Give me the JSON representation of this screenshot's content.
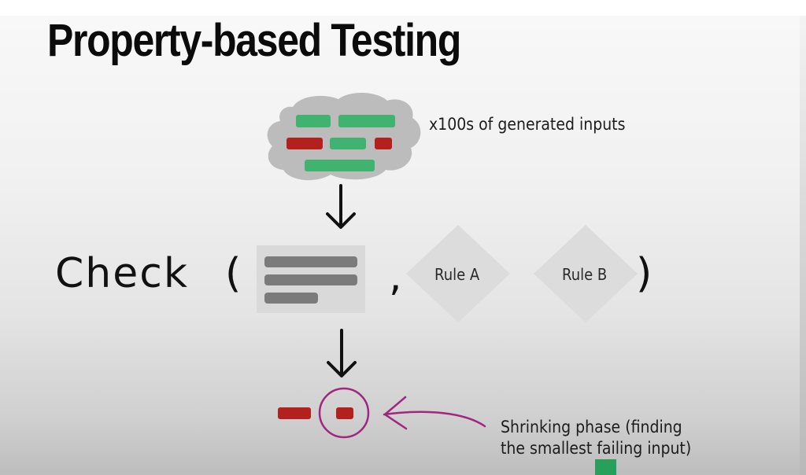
{
  "slide": {
    "title": "Property-based Testing",
    "generated_inputs_label": "x100s of generated inputs",
    "check_label": "Check",
    "open_paren": "(",
    "comma": ",",
    "close_paren": ")",
    "rules": [
      {
        "label": "Rule A"
      },
      {
        "label": "Rule B"
      }
    ],
    "shrink_label_line1": "Shrinking phase (finding",
    "shrink_label_line2": "the smallest failing input)"
  },
  "colors": {
    "pass_input": "#3fb36f",
    "fail_input": "#b3201e",
    "cloud": "#bdbdbd",
    "highlight_circle": "#a0267e",
    "rule_diamond": "#dcdcdc",
    "test_card": "#d9d9d9",
    "test_lines": "#7b7b7b",
    "arrow": "#111111"
  },
  "icons": {
    "input_cloud": "cloud-of-inputs-icon",
    "test_function": "code-lines-icon",
    "flow_arrow": "down-arrow-icon",
    "pointer_arrow": "left-arrow-icon"
  }
}
